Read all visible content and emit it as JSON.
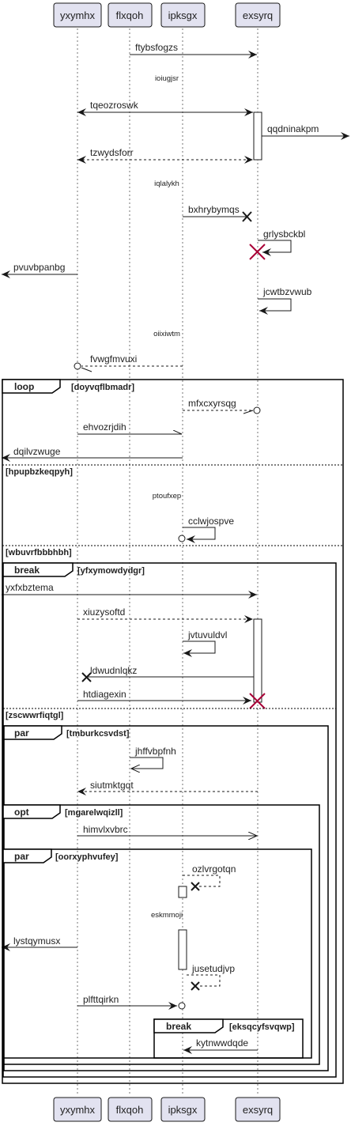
{
  "participants": [
    "yxymhx",
    "flxqoh",
    "ipksgx",
    "exsyrq"
  ],
  "messages": [
    "ftybsfogzs",
    "tqeozroswk",
    "qqdninakpm",
    "tzwydsforr",
    "bxhrybymqs",
    "grlysbckbl",
    "pvuvbpanbg",
    "jcwtbzvwub",
    "fvwgfmvuxi",
    "mfxcxyrsqg",
    "ehvozrjdih",
    "dqilvzwuge",
    "cclwjospve",
    "yxfxbztema",
    "xiuzysoftd",
    "jvtuvuldvl",
    "ldwudnlqkz",
    "htdiagexin",
    "jhffvbpfnh",
    "siutmktgqt",
    "himvlxvbrc",
    "ozlvrgotqn",
    "lystqymusx",
    "jusetudjvp",
    "plfttqirkn",
    "kytnwwdqde"
  ],
  "delays": [
    "ioiugjsr",
    "iqlalykh",
    "oiixiwtm",
    "ptoufxep",
    "eskmmoji"
  ],
  "fragments": {
    "loop_kw": "loop",
    "loop_guard": "[doyvqflbmadr]",
    "else1_guard": "[hpupbzkeqpyh]",
    "else2_guard": "[wbuvrfbbbhbh]",
    "break1_kw": "break",
    "break1_guard": "[yfxymowdydgr]",
    "else3_guard": "[zscwwrfiqtgl]",
    "par1_kw": "par",
    "par1_guard": "[tmburkcsvdst]",
    "opt_kw": "opt",
    "opt_guard": "[mgarelwqizll]",
    "par2_kw": "par",
    "par2_guard": "[oorxyphvufey]",
    "break2_kw": "break",
    "break2_guard": "[eksqcyfsvqwp]"
  },
  "colors": {
    "participant_fill": "#E2E2F0",
    "participant_border": "#181818",
    "line": "#181818",
    "destroy": "#A80036"
  }
}
